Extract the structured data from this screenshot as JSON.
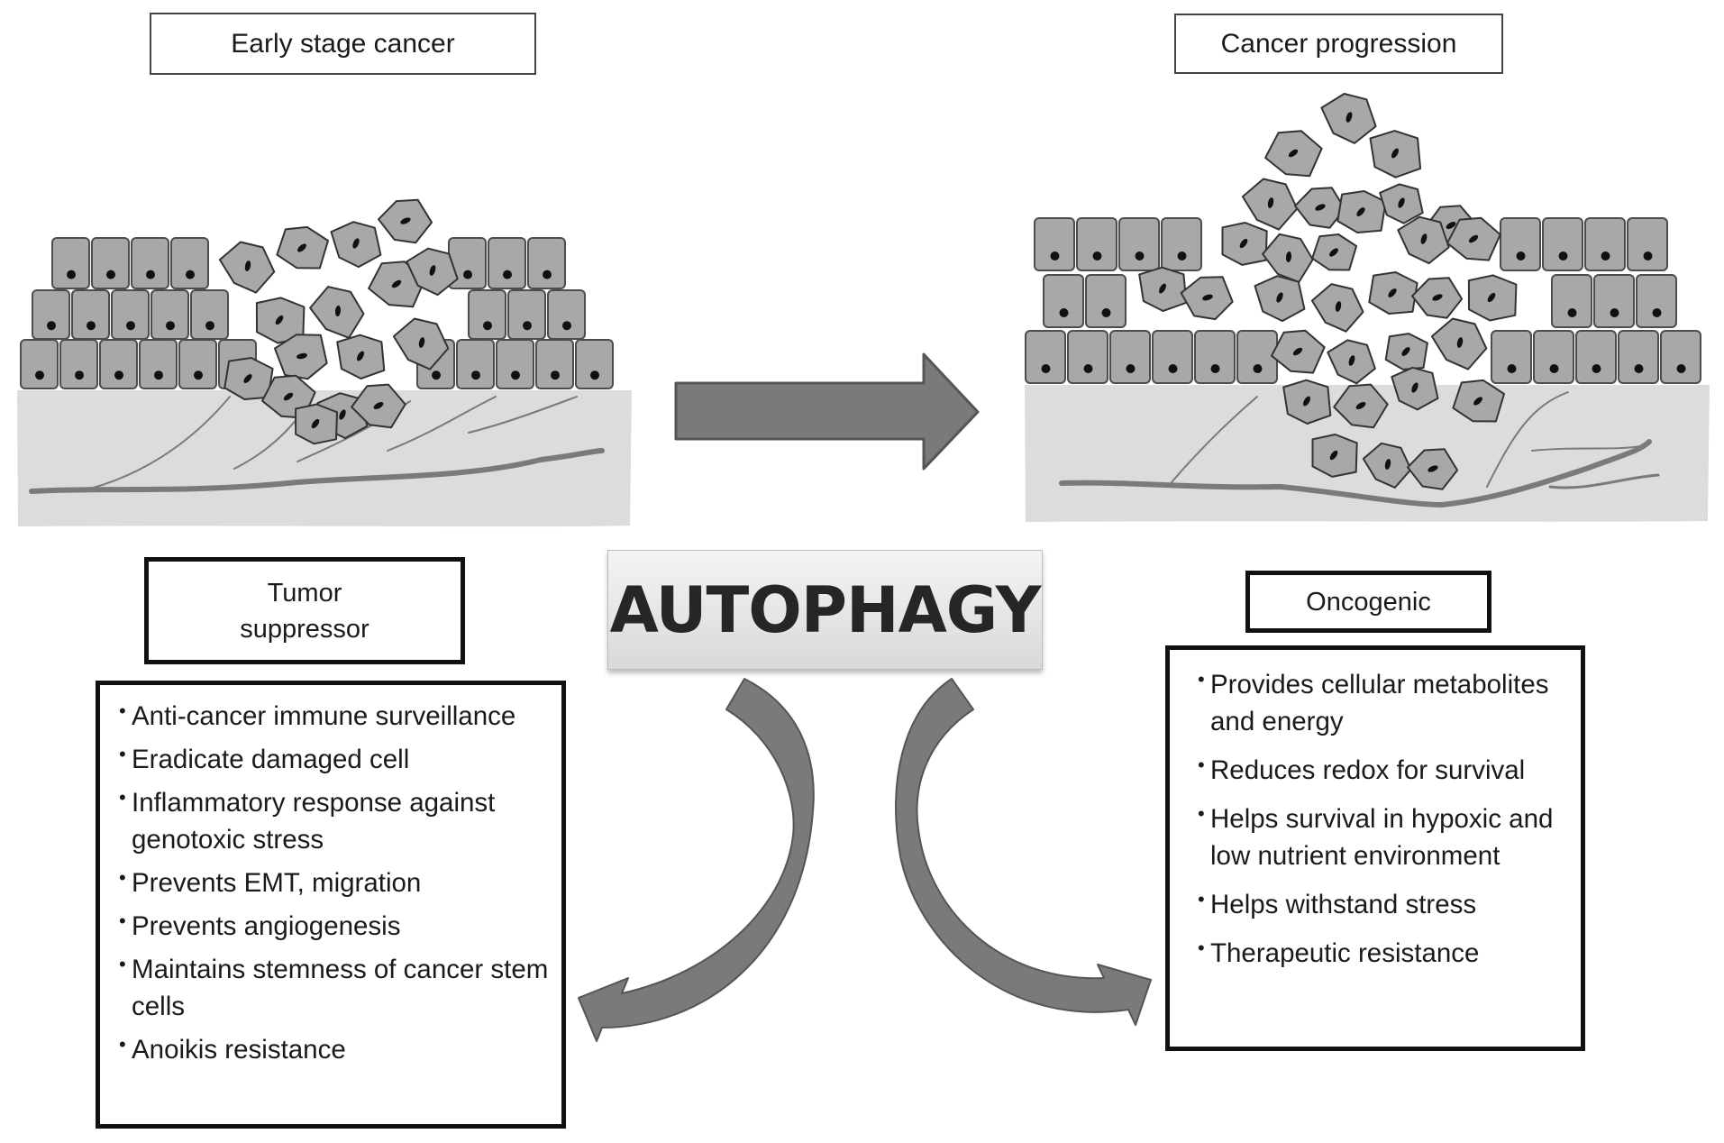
{
  "stages": {
    "early": "Early stage cancer",
    "progression": "Cancer progression"
  },
  "center_title": "AUTOPHAGY",
  "roles": {
    "tumor_suppressor": {
      "label": "Tumor suppressor",
      "items": [
        "Anti-cancer immune surveillance",
        "Eradicate damaged cell",
        "Inflammatory response against genotoxic stress",
        "Prevents EMT, migration",
        "Prevents angiogenesis",
        "Maintains stemness of cancer stem cells",
        "Anoikis resistance"
      ]
    },
    "oncogenic": {
      "label": "Oncogenic",
      "items": [
        "Provides cellular metabolites and energy",
        "Reduces redox for survival",
        "Helps survival in hypoxic and low nutrient environment",
        "Helps withstand stress",
        "Therapeutic resistance"
      ]
    }
  },
  "icons": {
    "progression_arrow": "right-arrow-icon",
    "tumor_suppressor_arrow": "curved-arrow-left-icon",
    "oncogenic_arrow": "curved-arrow-right-icon",
    "bullet": "•"
  },
  "colors": {
    "cell_fill": "#a8a8a8",
    "cell_stroke": "#4d4d4d",
    "stroma_fill": "#dcdcdc",
    "vessel": "#7a7a7a",
    "arrow_fill": "#7a7a7a",
    "arrow_stroke": "#555555"
  }
}
